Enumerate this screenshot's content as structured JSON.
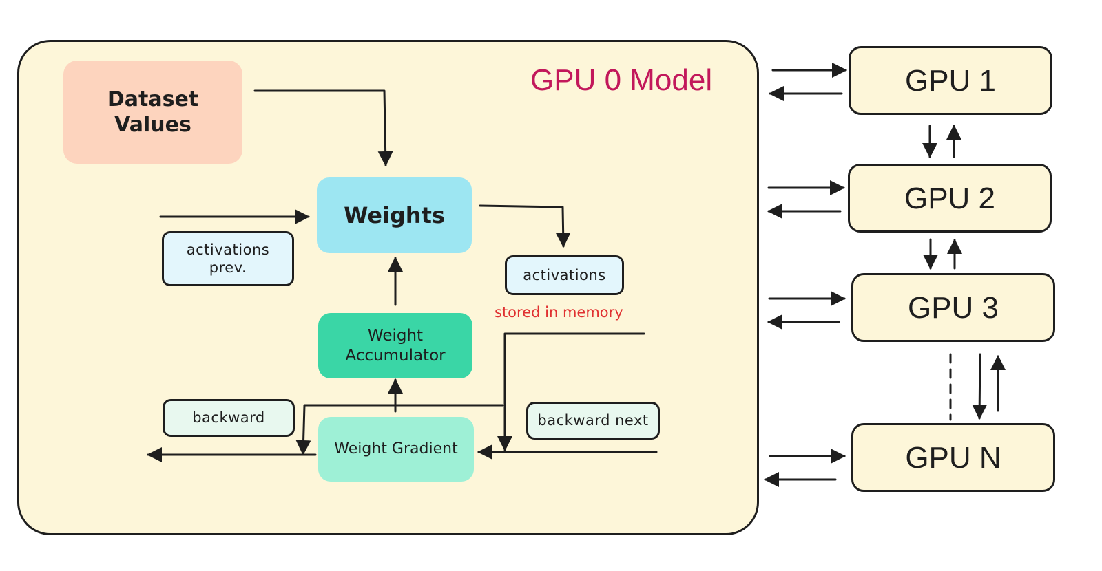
{
  "panel": {
    "title": "GPU 0 Model",
    "title_color": "#c2185b"
  },
  "nodes": {
    "dataset": {
      "label": "Dataset\nValues",
      "color": "#fdd4be"
    },
    "weights": {
      "label": "Weights",
      "color": "#9de6f2"
    },
    "accumulator": {
      "label": "Weight\nAccumulator",
      "color": "#3ad6a6"
    },
    "gradient": {
      "label": "Weight Gradient",
      "color": "#9ef0d6"
    }
  },
  "labels": {
    "activations_prev": "activations\nprev.",
    "activations": "activations",
    "stored": "stored in memory",
    "backward": "backward",
    "backward_next": "backward next"
  },
  "gpus": [
    {
      "label": "GPU 1"
    },
    {
      "label": "GPU 2"
    },
    {
      "label": "GPU 3"
    },
    {
      "label": "GPU N"
    }
  ],
  "colors": {
    "stroke": "#1e1e1e",
    "note": "#e03131",
    "gpu_fill": "#fdf6d9"
  }
}
